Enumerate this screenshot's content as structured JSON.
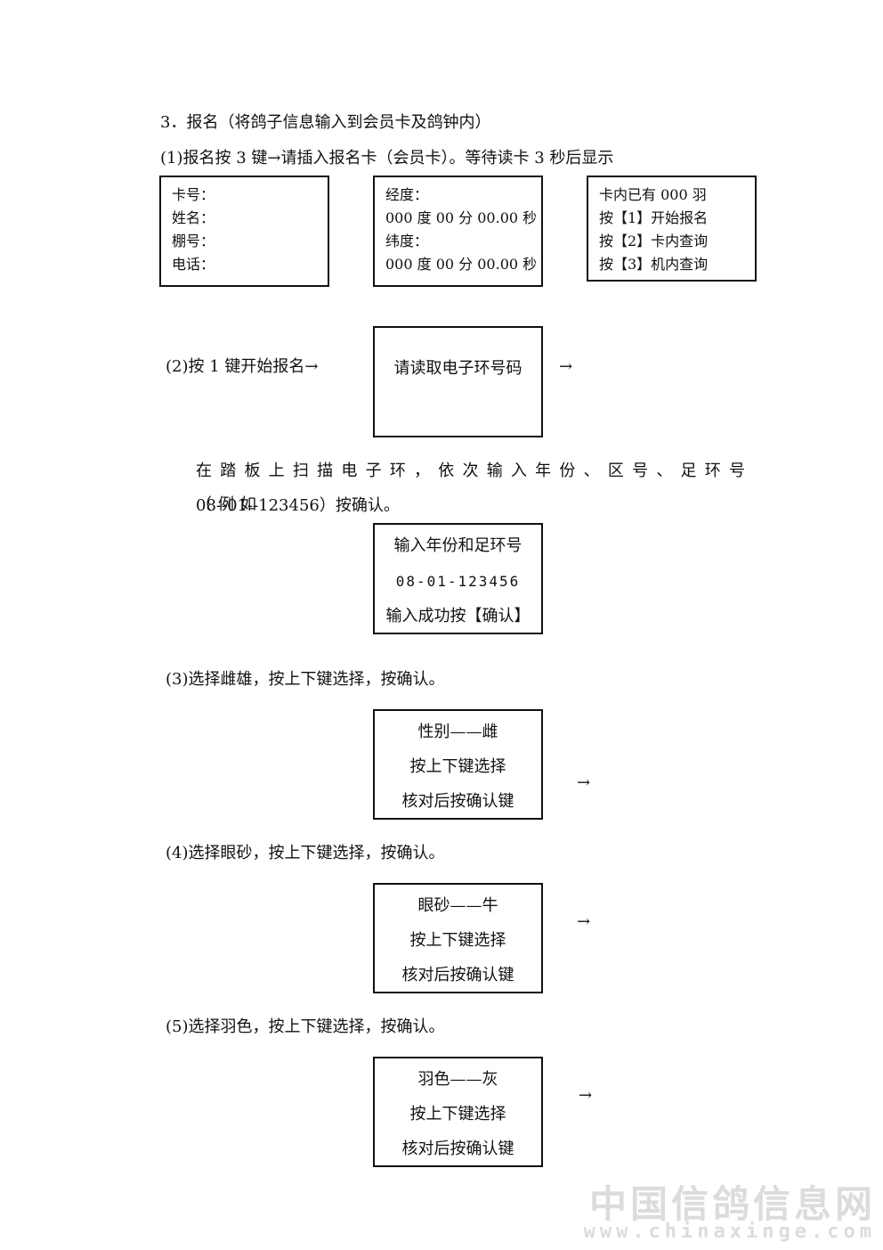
{
  "section_title": "3．报名（将鸽子信息输入到会员卡及鸽钟内）",
  "step1": {
    "text": "(1)报名按 3 键→请插入报名卡（会员卡）。等待读卡 3 秒后显示",
    "screen_member": [
      "卡号：",
      "姓名：",
      "棚号：",
      "电话："
    ],
    "screen_coords": [
      "经度：",
      "000 度 00 分 00.00 秒",
      "纬度：",
      "000 度 00 分 00.00 秒"
    ],
    "screen_menu": [
      "卡内已有 000 羽",
      "按【1】开始报名",
      "按【2】卡内查询",
      "按【3】机内查询"
    ]
  },
  "step2": {
    "text": "(2)按 1 键开始报名→",
    "screen": "请读取电子环号码",
    "arrow": "→"
  },
  "instruction": {
    "line1": "在踏板上扫描电子环，依次输入年份、区号、足环号（例如",
    "line2": "08--01--123456）按确认。"
  },
  "ring_screen": [
    "输入年份和足环号",
    "08-01-123456",
    "输入成功按【确认】"
  ],
  "step3": {
    "text": "(3)选择雌雄，按上下键选择，按确认。",
    "screen": [
      "性别——雌",
      "按上下键选择",
      "核对后按确认键"
    ],
    "arrow": "→"
  },
  "step4": {
    "text": "(4)选择眼砂，按上下键选择，按确认。",
    "screen": [
      "眼砂——牛",
      "按上下键选择",
      "核对后按确认键"
    ],
    "arrow": "→"
  },
  "step5": {
    "text": "(5)选择羽色，按上下键选择，按确认。",
    "screen": [
      "羽色——灰",
      "按上下键选择",
      "核对后按确认键"
    ],
    "arrow": "→"
  },
  "watermark": {
    "title": "中国信鸽信息网",
    "url": "www.chinaxinge.com"
  }
}
